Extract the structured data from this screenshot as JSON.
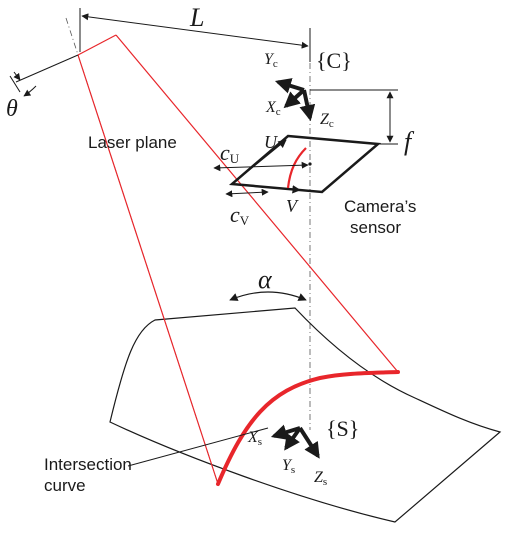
{
  "labels": {
    "L": "L",
    "theta": "θ",
    "camera_frame": "{C}",
    "Yc_main": "Y",
    "Yc_sub": "c",
    "Xc_main": "X",
    "Xc_sub": "c",
    "Zc_main": "Z",
    "Zc_sub": "c",
    "f": "f",
    "laser_plane": "Laser plane",
    "U": "U",
    "V": "V",
    "cU_main": "c",
    "cU_sub": "U",
    "cV_main": "c",
    "cV_sub": "V",
    "sensor_line1": "Camera’s",
    "sensor_line2": "sensor",
    "alpha": "α",
    "surface_frame": "{S}",
    "Xs_main": "X",
    "Xs_sub": "s",
    "Ys_main": "Y",
    "Ys_sub": "s",
    "Zs_main": "Z",
    "Zs_sub": "s",
    "intersection_line1": "Intersection",
    "intersection_line2": "curve"
  },
  "colors": {
    "laser": "#e8262b",
    "ink": "#1a1a1a",
    "guide": "#555555"
  }
}
